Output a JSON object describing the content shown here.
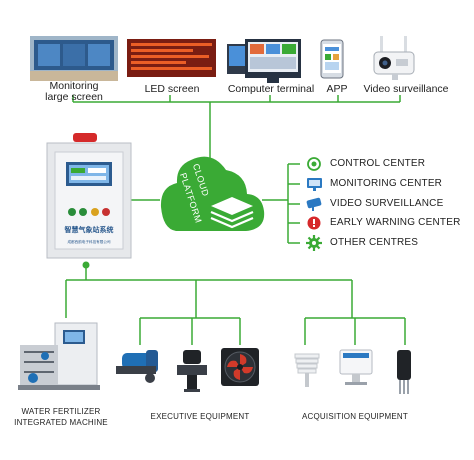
{
  "outputs": [
    {
      "label": "Monitoring\nlarge screen"
    },
    {
      "label": "LED screen"
    },
    {
      "label": "Computer terminal"
    },
    {
      "label": "APP"
    },
    {
      "label": "Video surveillance"
    }
  ],
  "cloud": {
    "line1": "CLOUD",
    "line2": "PLATFORM"
  },
  "station": {
    "panel_title": "智慧气象站系统",
    "panel_subtitle": "成都西韵电子科技有限公司"
  },
  "centers": [
    {
      "label": "CONTROL CENTER",
      "icon": "target-icon",
      "color": "#3aaa35"
    },
    {
      "label": "MONITORING CENTER",
      "icon": "monitor-icon",
      "color": "#2b79c2"
    },
    {
      "label": "VIDEO SURVEILLANCE",
      "icon": "camera-icon",
      "color": "#2b79c2"
    },
    {
      "label": "EARLY WARNING CENTER",
      "icon": "warning-icon",
      "color": "#d6282b"
    },
    {
      "label": "OTHER CENTRES",
      "icon": "gear-icon",
      "color": "#3aaa35"
    }
  ],
  "bottom": [
    {
      "label": "WATER FERTILIZER\nINTEGRATED MACHINE"
    },
    {
      "label": "EXECUTIVE EQUIPMENT"
    },
    {
      "label": "ACQUISITION EQUIPMENT"
    }
  ],
  "colors": {
    "line": "#3aaa35",
    "cloud": "#3aaa35",
    "accent": "#2b79c2",
    "alert": "#d6282b"
  }
}
